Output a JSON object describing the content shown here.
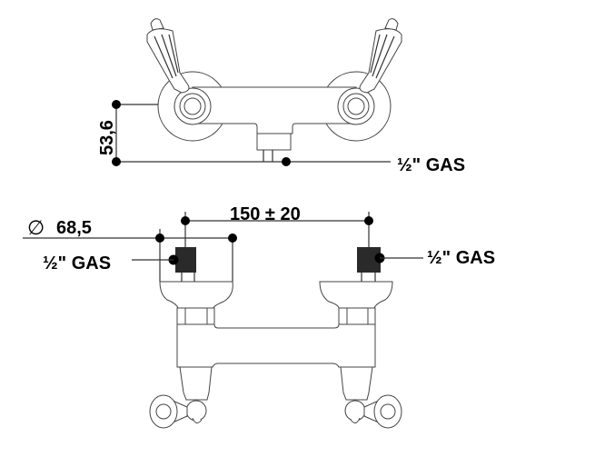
{
  "title": "Wall-mounted mixer technical drawing",
  "dimensions": {
    "height_label": "53,6",
    "outlet_thread_label": "½\" GAS",
    "centers_label": "150 ± 20",
    "diameter_symbol": "∅",
    "diameter_label": "68,5",
    "inlet_left_label": "½\" GAS",
    "inlet_right_label": "½\" GAS"
  },
  "colors": {
    "line": "#333333",
    "dot": "#000000",
    "thread": "#2a2a2a"
  }
}
